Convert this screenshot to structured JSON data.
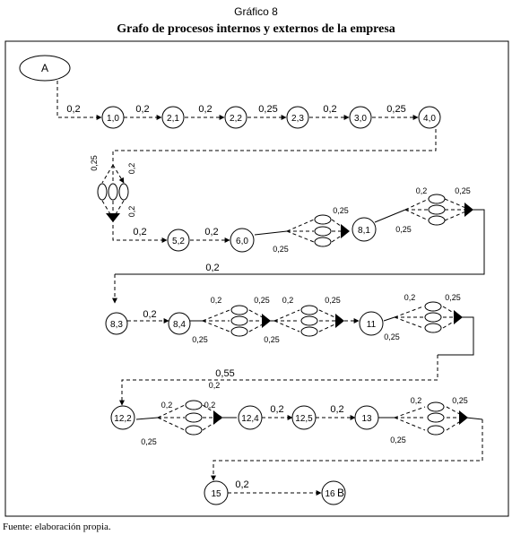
{
  "caption": "Gráfico 8",
  "title": "Grafo de procesos internos y externos de la empresa",
  "source": "Fuente: elaboración propia.",
  "nodes": [
    {
      "id": "A",
      "label": "A"
    },
    {
      "id": "n10",
      "label": "1,0"
    },
    {
      "id": "n21",
      "label": "2,1"
    },
    {
      "id": "n22",
      "label": "2,2"
    },
    {
      "id": "n23",
      "label": "2,3"
    },
    {
      "id": "n30",
      "label": "3,0"
    },
    {
      "id": "n40",
      "label": "4,0"
    },
    {
      "id": "n52",
      "label": "5,2"
    },
    {
      "id": "n60",
      "label": "6,0"
    },
    {
      "id": "n81",
      "label": "8,1"
    },
    {
      "id": "n83",
      "label": "8,3"
    },
    {
      "id": "n84",
      "label": "8,4"
    },
    {
      "id": "n11",
      "label": "11"
    },
    {
      "id": "n122",
      "label": "12,2"
    },
    {
      "id": "n124",
      "label": "12,4"
    },
    {
      "id": "n125",
      "label": "12,5"
    },
    {
      "id": "n13",
      "label": "13"
    },
    {
      "id": "n15",
      "label": "15"
    },
    {
      "id": "n16",
      "label": "16"
    },
    {
      "id": "B",
      "label": "B"
    }
  ],
  "weights": [
    "0,2",
    "0,2",
    "0,2",
    "0,25",
    "0,2",
    "0,25",
    "0,25",
    "0,2",
    "0,2",
    "0,2",
    "0,2",
    "0,25",
    "0,25",
    "0,2",
    "0,25",
    "0,25",
    "0,2",
    "0,2",
    "0,2",
    "0,25",
    "0,25",
    "0,2",
    "0,25",
    "0,25",
    "0,2",
    "0,25",
    "0,25",
    "0,55",
    "0,2",
    "0,2",
    "0,2",
    "0,25",
    "0,2",
    "0,2",
    "0,2",
    "0,25",
    "0,25",
    "0,2"
  ]
}
